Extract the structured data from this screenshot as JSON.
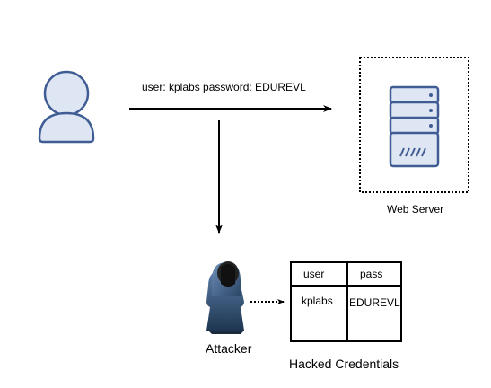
{
  "diagram": {
    "credential_text": "user: kplabs  password: EDUREVL",
    "server_label": "Web Server",
    "attacker_label": "Attacker",
    "table_caption": "Hacked Credentials",
    "table": {
      "headers": [
        "user",
        "pass"
      ],
      "row": [
        "kplabs",
        "EDUREVL"
      ]
    }
  },
  "icons": {
    "user": "user-icon",
    "server": "server-icon",
    "attacker": "hacker-icon"
  },
  "colors": {
    "icon_stroke": "#3f5d94",
    "icon_fill": "#dfe6f3",
    "attacker_gradient_top": "#5d7fa9",
    "attacker_gradient_bottom": "#1e3550",
    "attacker_head": "#222222"
  }
}
